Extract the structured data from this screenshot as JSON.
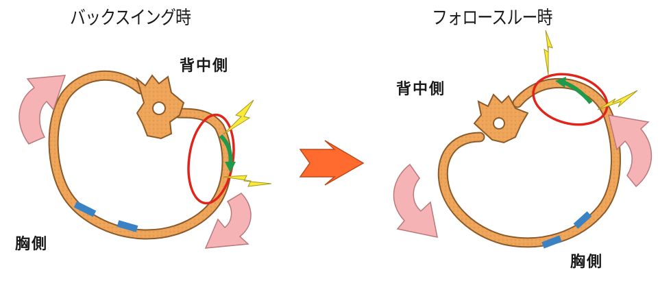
{
  "left": {
    "title": "バックスイング時",
    "back_label": "背中側",
    "chest_label": "胸側"
  },
  "right": {
    "title": "フォロースルー時",
    "back_label": "背中側",
    "chest_label": "胸側"
  },
  "colors": {
    "rib": "#e9a24d",
    "rib_outline": "#8a5a2a",
    "cartilage": "#3b82c4",
    "pink_arrow": "#f6b3b5",
    "center_arrow": "#ff6a2e",
    "highlight_circle": "#e0241b",
    "green_arrow": "#1f9a4a",
    "lightning": "#f7ea3a"
  }
}
